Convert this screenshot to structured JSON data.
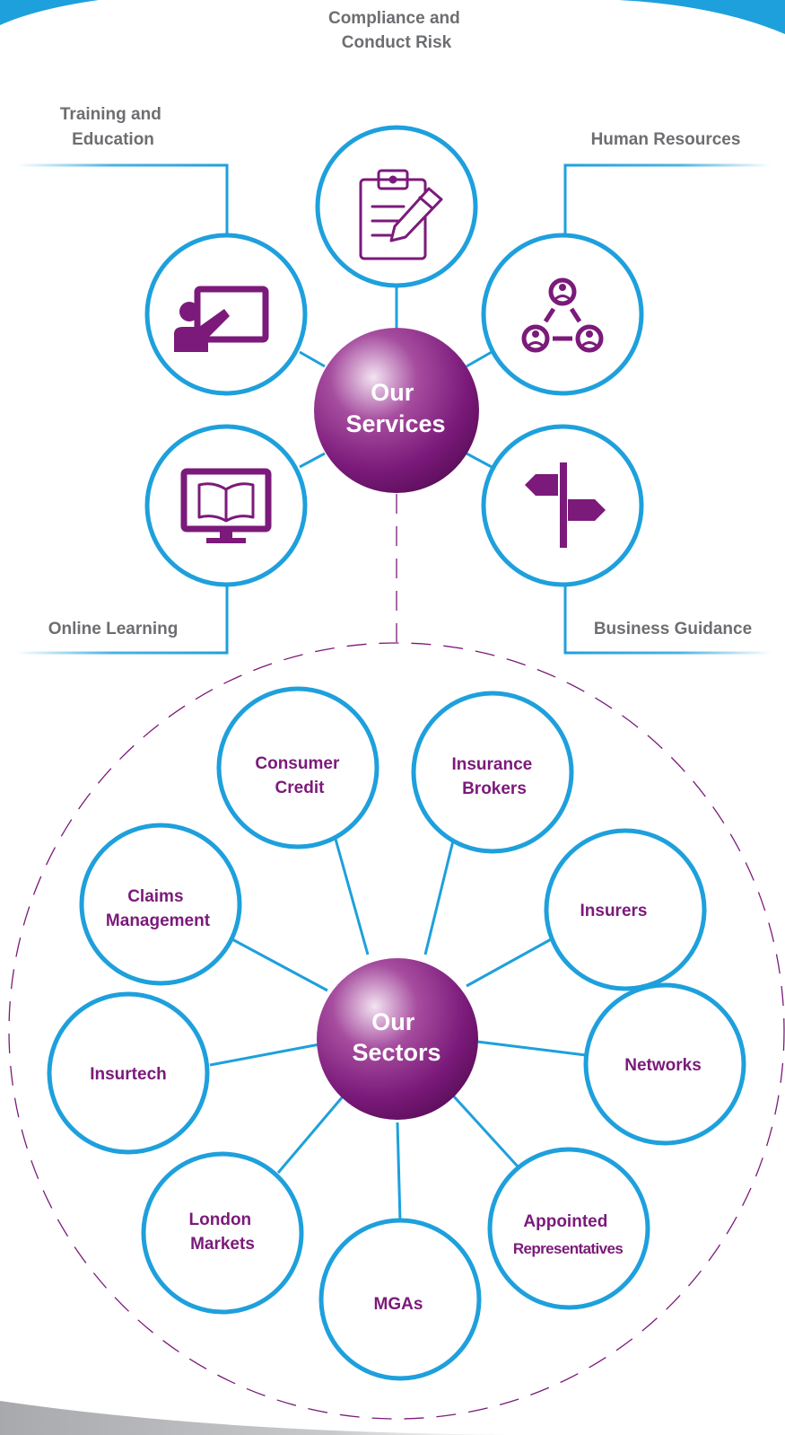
{
  "colors": {
    "accent_blue": "#1ea0dc",
    "brand_purple": "#7b1a7a",
    "label_grey": "#6d6e71"
  },
  "services": {
    "hub": {
      "line1": "Our",
      "line2": "Services"
    },
    "items": [
      {
        "id": "compliance",
        "icon": "clipboard-pen-icon",
        "label_lines": [
          "Compliance and",
          "Conduct Risk"
        ]
      },
      {
        "id": "training",
        "icon": "presenter-board-icon",
        "label_lines": [
          "Training and",
          "Education"
        ]
      },
      {
        "id": "hr",
        "icon": "people-network-icon",
        "label_lines": [
          "Human Resources"
        ]
      },
      {
        "id": "online",
        "icon": "monitor-book-icon",
        "label_lines": [
          "Online Learning"
        ]
      },
      {
        "id": "guidance",
        "icon": "signpost-icon",
        "label_lines": [
          "Business Guidance"
        ]
      }
    ]
  },
  "sectors": {
    "hub": {
      "line1": "Our",
      "line2": "Sectors"
    },
    "items": [
      {
        "id": "consumer-credit",
        "label_lines": [
          "Consumer",
          "Credit"
        ]
      },
      {
        "id": "insurance-brokers",
        "label_lines": [
          "Insurance",
          "Brokers"
        ]
      },
      {
        "id": "insurers",
        "label_lines": [
          "Insurers"
        ]
      },
      {
        "id": "networks",
        "label_lines": [
          "Networks"
        ]
      },
      {
        "id": "appointed-representatives",
        "label_lines": [
          "Appointed",
          "Representatives"
        ]
      },
      {
        "id": "mgas",
        "label_lines": [
          "MGAs"
        ]
      },
      {
        "id": "london-markets",
        "label_lines": [
          "London",
          "Markets"
        ]
      },
      {
        "id": "insurtech",
        "label_lines": [
          "Insurtech"
        ]
      },
      {
        "id": "claims-management",
        "label_lines": [
          "Claims",
          "Management"
        ]
      }
    ]
  }
}
